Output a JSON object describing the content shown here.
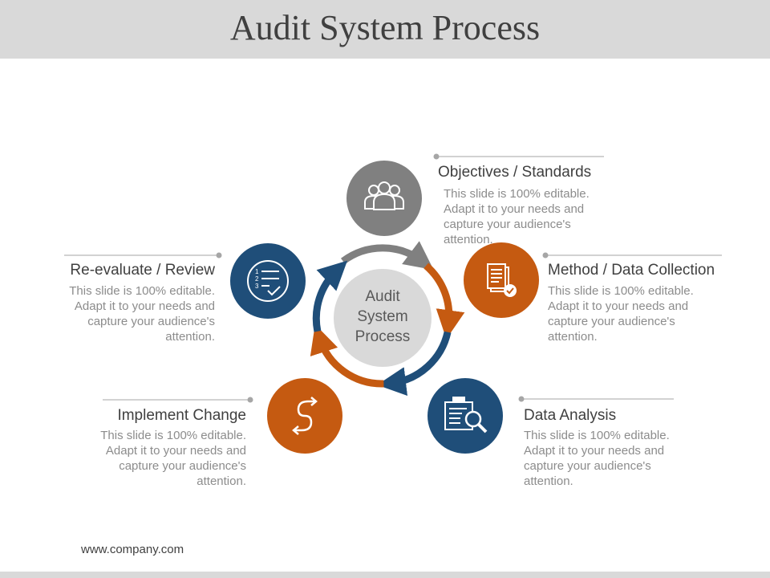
{
  "slide": {
    "title": "Audit System Process",
    "footer_url": "www.company.com"
  },
  "center": {
    "label_line1": "Audit",
    "label_line2": "System",
    "label_line3": "Process"
  },
  "colors": {
    "gray": "#808080",
    "orange": "#c55a11",
    "navy": "#1f4e79",
    "center_fill": "#d9d9d9",
    "title_bar": "#d9d9d9"
  },
  "steps": [
    {
      "heading": "Objectives / Standards",
      "description": "This slide is 100% editable. Adapt it to your needs and capture your audience's attention.",
      "icon": "people-group-icon",
      "color": "gray"
    },
    {
      "heading": "Method / Data Collection",
      "description": "This slide is 100% editable. Adapt it to your needs and capture your audience's attention.",
      "icon": "document-check-icon",
      "color": "orange"
    },
    {
      "heading": "Data Analysis",
      "description": "This slide is 100% editable. Adapt it to your needs and capture your audience's attention.",
      "icon": "clipboard-magnifier-icon",
      "color": "navy"
    },
    {
      "heading": "Implement Change",
      "description": "This slide is 100% editable. Adapt it to your needs and capture your audience's attention.",
      "icon": "exchange-arrows-icon",
      "color": "orange"
    },
    {
      "heading": "Re-evaluate / Review",
      "description": "This slide is 100% editable. Adapt it to your needs and capture your audience's attention.",
      "icon": "numbered-list-icon",
      "color": "navy"
    }
  ]
}
